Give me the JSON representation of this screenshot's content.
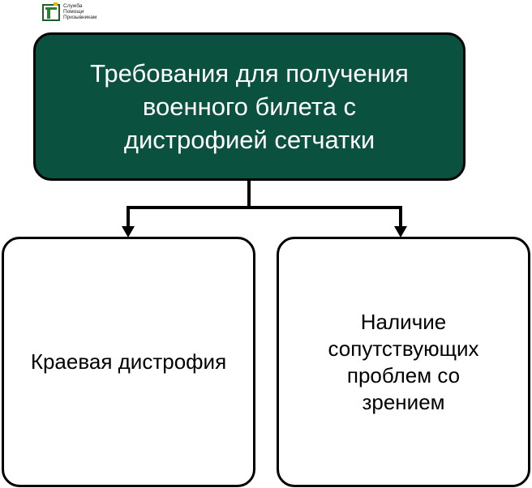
{
  "logo": {
    "icon": "logo-mark-icon",
    "line1": "Служба",
    "line2": "Помощи",
    "line3": "Призывникам",
    "color": "#3a8a3a"
  },
  "diagram": {
    "root": {
      "label": "Требования для получения военного билета с дистрофией сетчатки",
      "fill": "#0b5140"
    },
    "children": [
      {
        "label": "Краевая дистрофия"
      },
      {
        "label": "Наличие сопутствующих проблем со зрением"
      }
    ]
  }
}
